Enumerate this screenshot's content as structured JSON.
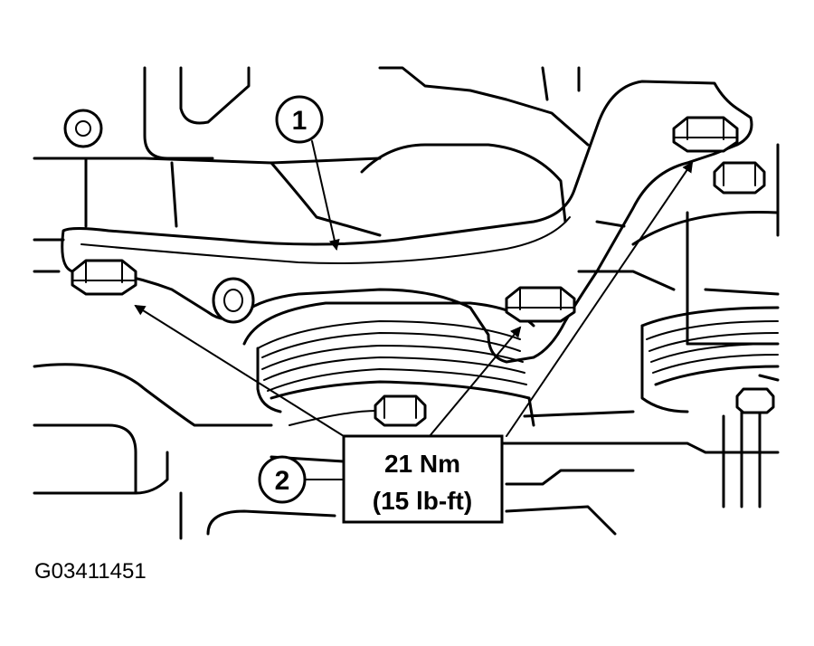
{
  "callouts": [
    {
      "number": "1"
    },
    {
      "number": "2"
    }
  ],
  "torque_spec": {
    "metric": "21 Nm",
    "imperial": "(15 lb-ft)"
  },
  "figure_id": "G03411451"
}
